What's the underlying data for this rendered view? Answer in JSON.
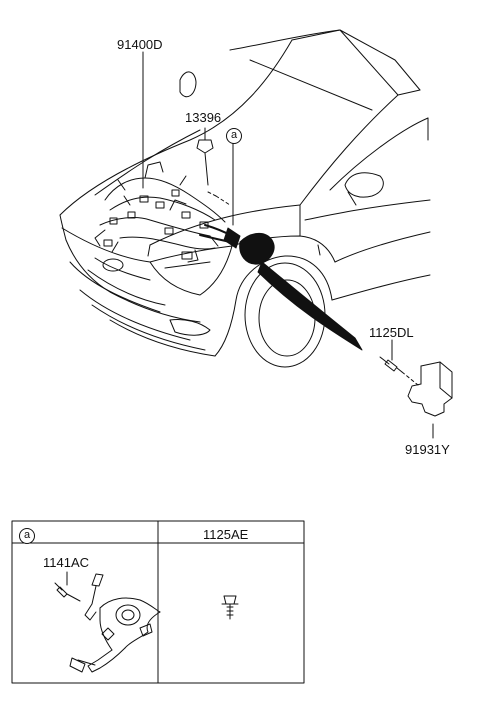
{
  "diagram": {
    "part_numbers": {
      "main_harness": "91400D",
      "clip": "13396",
      "bolt_flange": "1125DL",
      "bracket": "91931Y",
      "bolt_washer": "1141AC",
      "bolt_table": "1125AE"
    },
    "reference_marker": "a",
    "table": {
      "header_left": "a",
      "header_right": "1125AE",
      "left_callout": "1141AC"
    }
  }
}
